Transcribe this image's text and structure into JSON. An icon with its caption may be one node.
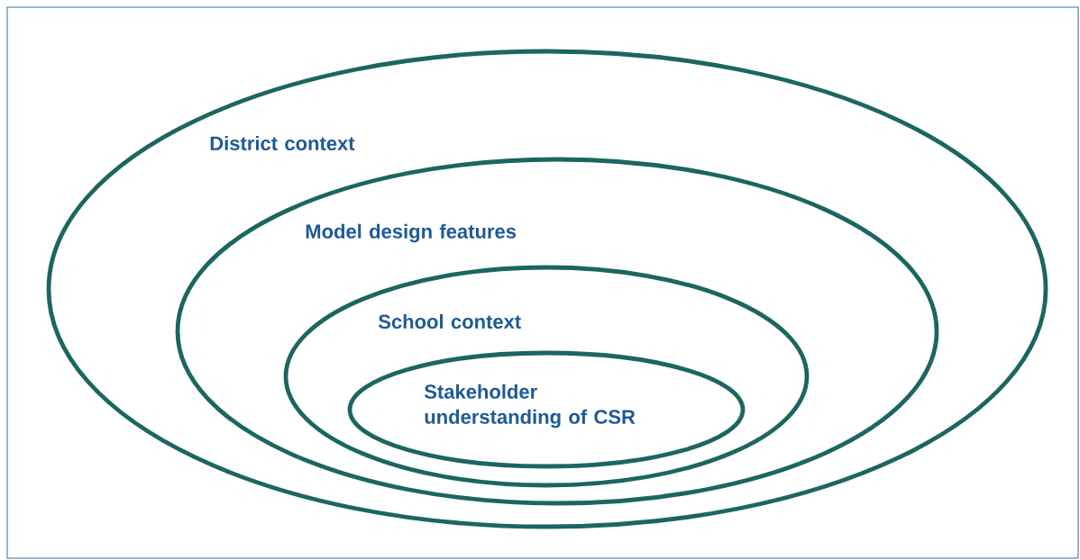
{
  "diagram": {
    "nodes": [
      {
        "text": [
          "District context"
        ]
      },
      {
        "text": [
          "Model design features"
        ],
        "in": 0
      },
      {
        "text": [
          "School context"
        ],
        "in": 1
      },
      {
        "text": [
          "Stakeholder understanding of CSR"
        ],
        "in": 2
      }
    ]
  }
}
